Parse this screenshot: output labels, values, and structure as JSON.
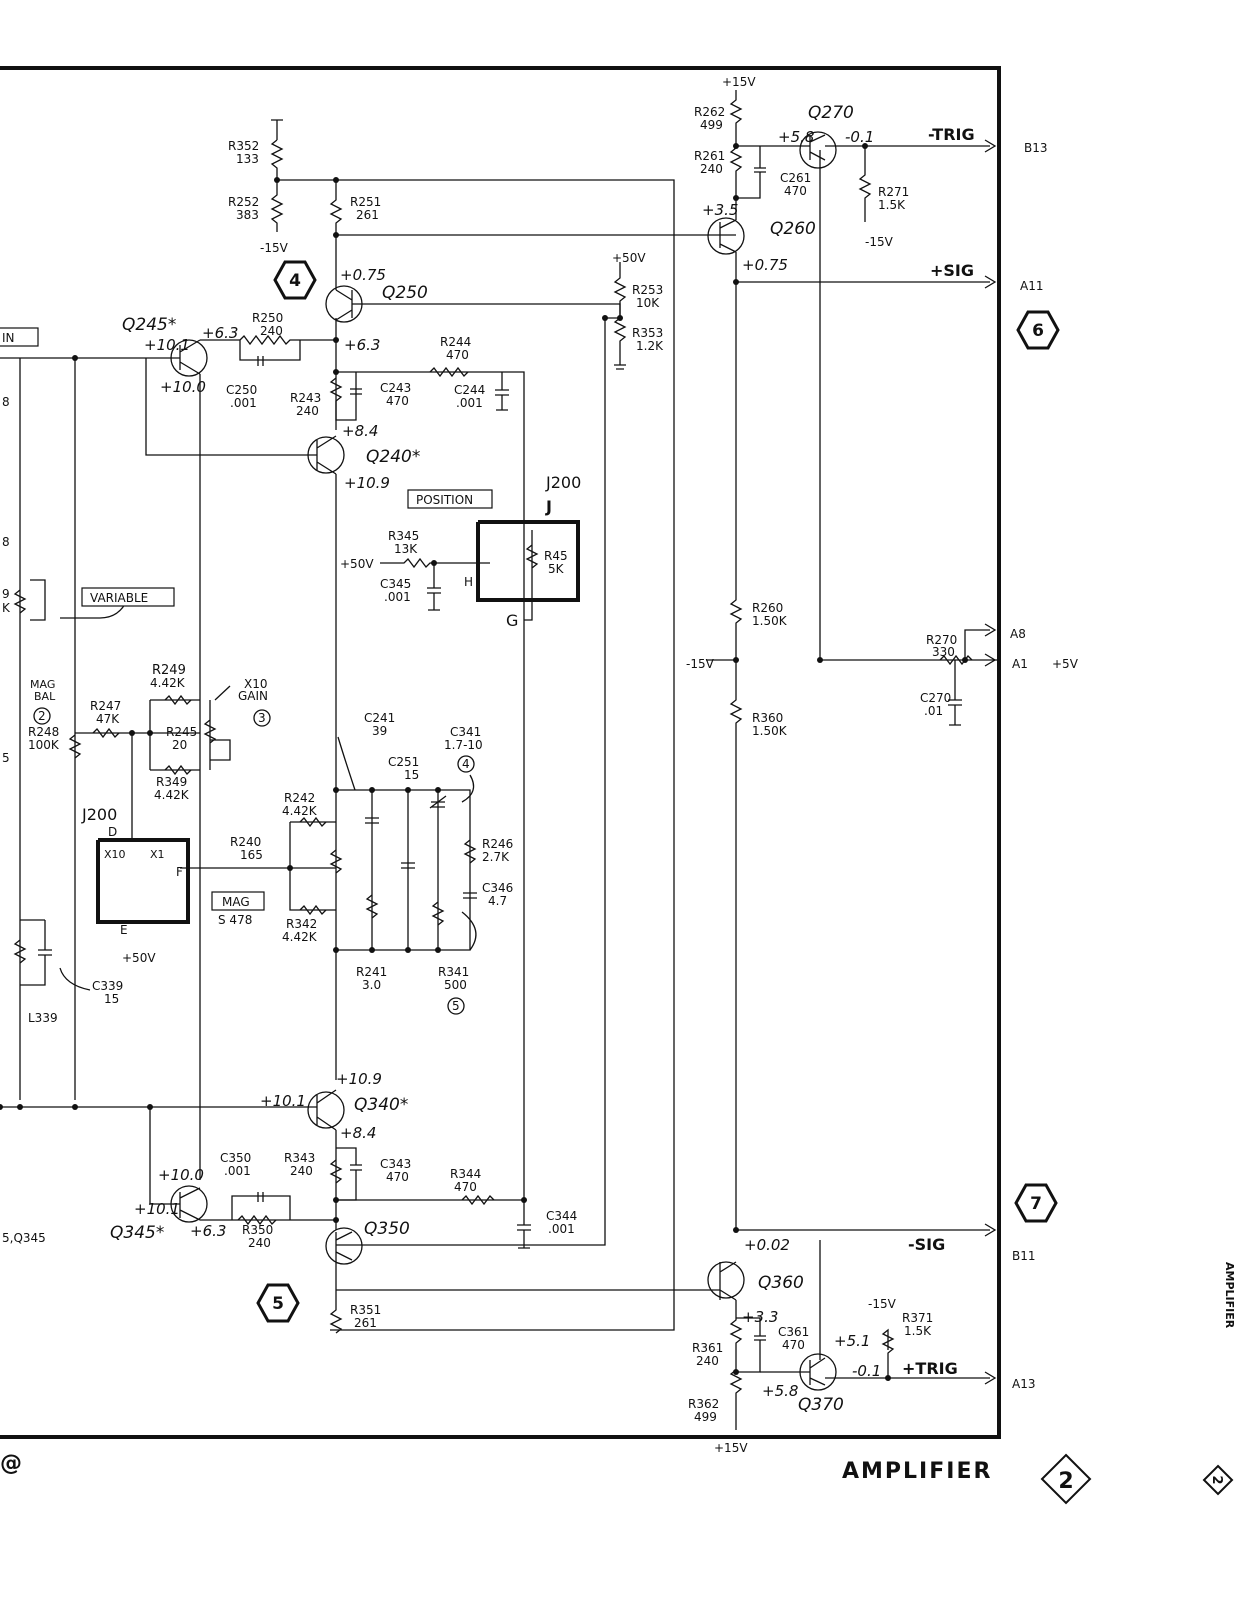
{
  "title": "AMPLIFIER",
  "diagram_number": "2",
  "right_margin_tag": "2",
  "right_edge_text": "AMPLIFIER",
  "cut_left_text": {
    "gain": "IN",
    "l8a": "8",
    "l8b": "8",
    "l9": "9",
    "lk": "K",
    "l5": "5",
    "q345": "5,Q345",
    "at": "@"
  },
  "supplies": {
    "top": "+15V",
    "bottom": "+15V",
    "m15_a": "-15V",
    "m15_b": "-15V",
    "m15_mid": "-15V",
    "m15_c": "-15V",
    "p50_a": "+50V",
    "p50_b": "+50V",
    "p50_c": "+50V",
    "p5": "+5V"
  },
  "transistors": {
    "q270": "Q270",
    "q260": "Q260",
    "q250": "Q250",
    "q245": "Q245*",
    "q240": "Q240*",
    "q340": "Q340*",
    "q345": "Q345*",
    "q350": "Q350",
    "q360": "Q360",
    "q370": "Q370"
  },
  "voltages": {
    "q270_b": "+5.8",
    "q270_e": "-0.1",
    "q260_b": "+3.5",
    "q260_e": "+0.75",
    "q250_b": "+0.75",
    "q250_e": "+6.3",
    "q245_b": "+10.1",
    "q245_c": "+6.3",
    "q245_e": "+10.0",
    "q240_c": "+8.4",
    "q240_e": "+10.9",
    "q340_c": "+10.9",
    "q340_b": "+10.1",
    "q340_e": "+8.4",
    "q345_c": "+10.0",
    "q345_b": "+10.1",
    "q345_e": "+6.3",
    "q360_c": "+0.02",
    "q360_e": "+3.3",
    "q370_c": "+5.1",
    "q370_e": "-0.1",
    "q370_b": "+5.8"
  },
  "components": {
    "r352": "R352",
    "r352v": "133",
    "r252": "R252",
    "r252v": "383",
    "r251": "R251",
    "r251v": "261",
    "r262": "R262",
    "r262v": "499",
    "r261": "R261",
    "r261v": "240",
    "c261": "C261",
    "c261v": "470",
    "r271": "R271",
    "r271v": "1.5K",
    "r253": "R253",
    "r253v": "10K",
    "r353": "R353",
    "r353v": "1.2K",
    "r250": "R250",
    "r250v": "240",
    "c250": "C250",
    "c250v": ".001",
    "r243": "R243",
    "r243v": "240",
    "c243": "C243",
    "c243v": "470",
    "r244": "R244",
    "r244v": "470",
    "c244": "C244",
    "c244v": ".001",
    "r345": "R345",
    "r345v": "13K",
    "c345": "C345",
    "c345v": ".001",
    "r45": "R45",
    "r45v": "5K",
    "r260": "R260",
    "r260v": "1.50K",
    "r360": "R360",
    "r360v": "1.50K",
    "r270": "R270",
    "r270v": "330",
    "c270": "C270",
    "c270v": ".01",
    "r249": "R249",
    "r249v": "4.42K",
    "r245": "R245",
    "r245v": "20",
    "r349": "R349",
    "r349v": "4.42K",
    "r247": "R247",
    "r247v": "47K",
    "r248": "R248",
    "r248v": "100K",
    "c241": "C241",
    "c241v": "39",
    "c251": "C251",
    "c251v": "15",
    "c341": "C341",
    "c341v": "1.7-10",
    "r242": "R242",
    "r242v": "4.42K",
    "r240": "R240",
    "r240v": "165",
    "r342": "R342",
    "r342v": "4.42K",
    "r246": "R246",
    "r246v": "2.7K",
    "c346": "C346",
    "c346v": "4.7",
    "r241": "R241",
    "r241v": "3.0",
    "r341": "R341",
    "r341v": "500",
    "c339": "C339",
    "c339v": "15",
    "l339": "L339",
    "c350": "C350",
    "c350v": ".001",
    "r343": "R343",
    "r343v": "240",
    "c343": "C343",
    "c343v": "470",
    "r344": "R344",
    "r344v": "470",
    "c344": "C344",
    "c344v": ".001",
    "r350": "R350",
    "r350v": "240",
    "r351": "R351",
    "r351v": "261",
    "c361": "C361",
    "c361v": "470",
    "r361": "R361",
    "r361v": "240",
    "r371": "R371",
    "r371v": "1.5K",
    "r362": "R362",
    "r362v": "499"
  },
  "signals": {
    "trig_neg": "-TRIG",
    "sig_pos": "+SIG",
    "sig_neg": "-SIG",
    "trig_pos": "+TRIG"
  },
  "connectors": {
    "b13": "B13",
    "a11": "A11",
    "a8": "A8",
    "a1": "A1",
    "b11": "B11",
    "a13": "A13"
  },
  "controls": {
    "position": "POSITION",
    "variable": "VARIABLE",
    "mag": "MAG",
    "mag_code": "S 478",
    "mag_bal": "MAG",
    "mag_bal2": "BAL",
    "x10gain1": "X10",
    "x10gain2": "GAIN",
    "j200_top": "J200",
    "j200_left": "J200",
    "j": "J",
    "h": "H",
    "g": "G",
    "d": "D",
    "e": "E",
    "f": "F",
    "x10": "X10",
    "x1": "X1"
  },
  "circled_numbers": {
    "mag_bal": "2",
    "x10_gain": "3",
    "c341": "4",
    "r341": "5"
  },
  "hex_markers": {
    "m4": "4",
    "m5": "5",
    "m6": "6",
    "m7": "7"
  }
}
